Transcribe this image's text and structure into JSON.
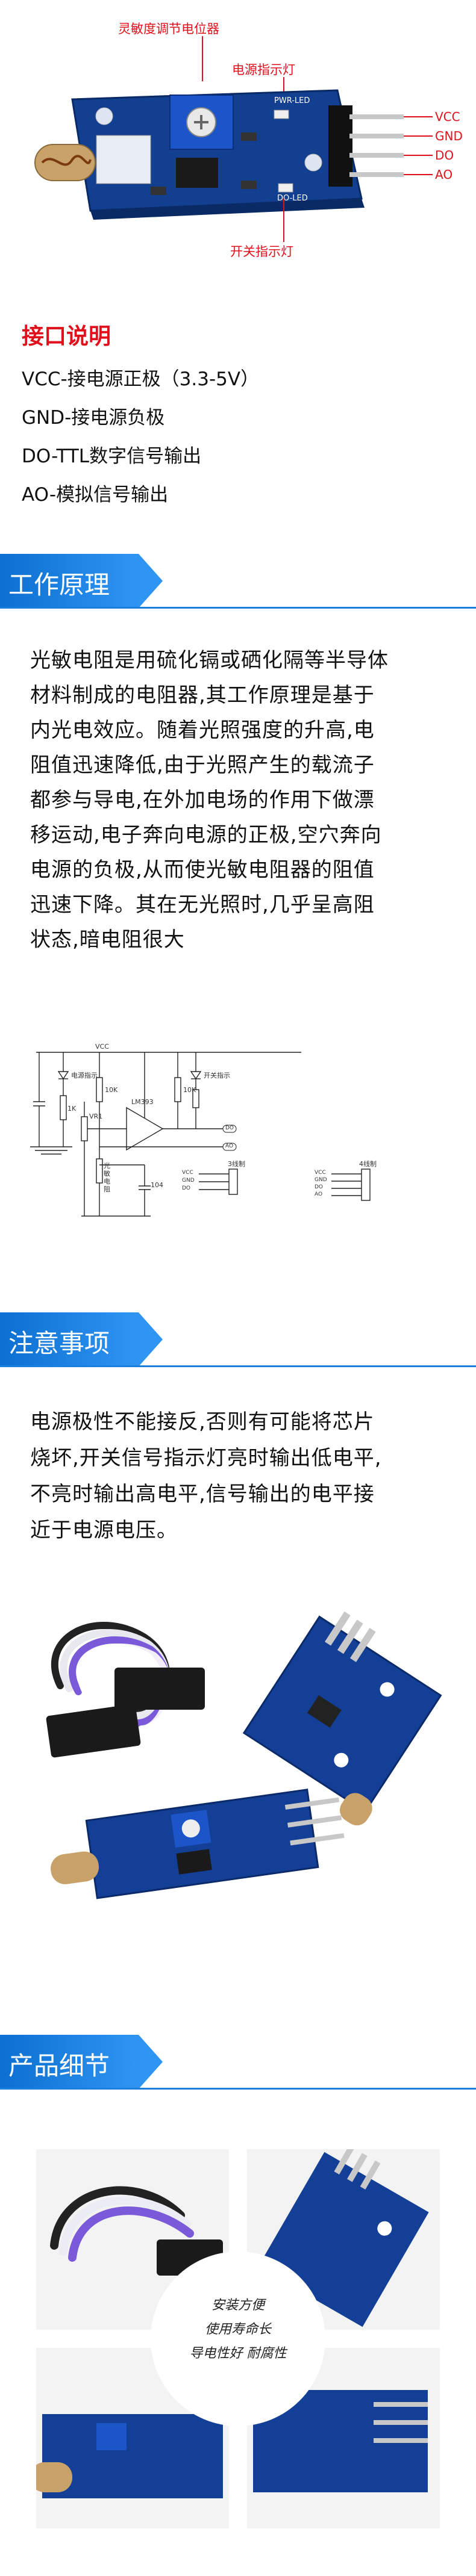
{
  "callouts": {
    "potentiometer": "灵敏度调节电位器",
    "power_led": "电源指示灯",
    "switch_led": "开关指示灯"
  },
  "pins": [
    "VCC",
    "GND",
    "DO",
    "AO"
  ],
  "board_silk": {
    "pwr": "PWR-LED",
    "do": "DO-LED"
  },
  "interface": {
    "title": "接口说明",
    "lines": [
      "VCC-接电源正极（3.3-5V）",
      "GND-接电源负极",
      "DO-TTL数字信号输出",
      "AO-模拟信号输出"
    ]
  },
  "principle": {
    "title": "工作原理",
    "lines": [
      "光敏电阻是用硫化镉或硒化隔等半导体",
      "材料制成的电阻器,其工作原理是基于",
      "内光电效应。随着光照强度的升高,电",
      "阻值迅速降低,由于光照产生的载流子",
      "都参与导电,在外加电场的作用下做漂",
      "移运动,电子奔向电源的正极,空穴奔向",
      "电源的负极,从而使光敏电阻器的阻值",
      "迅速下降。其在无光照时,几乎呈高阻",
      "状态,暗电阻很大"
    ]
  },
  "circuit": {
    "vcc": "VCC",
    "gnd": "GND",
    "power_ind": "电源指示",
    "switch_ind": "开关指示",
    "chip": "LM393",
    "photo_label": "光敏电阻",
    "do": "DO",
    "ao": "AO",
    "vr": "VR1",
    "r": "10K",
    "r2": "1K",
    "cap": "104",
    "conn_left_title": "3线制",
    "conn_right_title": "4线制",
    "conn_left": [
      "VCC",
      "GND",
      "DO"
    ],
    "conn_right": [
      "VCC",
      "GND",
      "DO",
      "AO"
    ]
  },
  "notes": {
    "title": "注意事项",
    "lines": [
      "电源极性不能接反,否则有可能将芯片",
      "烧坏,开关信号指示灯亮时输出低电平,",
      "不亮时输出高电平,信号输出的电平接",
      "近于电源电压。"
    ]
  },
  "details": {
    "title": "产品细节",
    "lines": [
      "安装方便",
      "使用寿命长",
      "导电性好  耐腐性"
    ]
  },
  "colors": {
    "accent_red": "#e0101c",
    "banner_blue": "#1b7fe0",
    "pcb_blue": "#123f8f"
  }
}
